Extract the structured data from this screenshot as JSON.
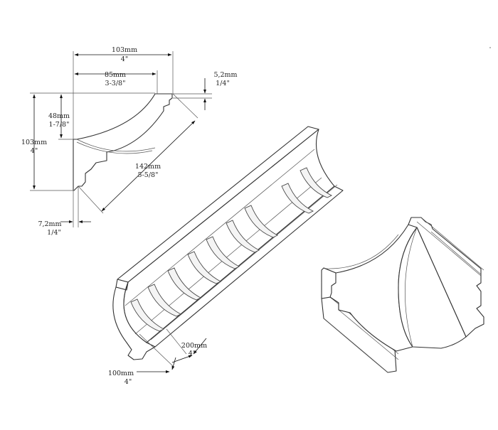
{
  "dimensions": {
    "top_width": {
      "mm": "103mm",
      "in": "4\""
    },
    "inner_width": {
      "mm": "85mm",
      "in": "3-3/8\""
    },
    "top_lip": {
      "mm": "5,2mm",
      "in": "1/4\""
    },
    "inner_height": {
      "mm": "48mm",
      "in": "1-7/8\""
    },
    "total_height": {
      "mm": "103mm",
      "in": "4\""
    },
    "diagonal": {
      "mm": "142mm",
      "in": "5-5/8\""
    },
    "bottom_lip": {
      "mm": "7,2mm",
      "in": "1/4\""
    },
    "rib_spacing": {
      "mm": "200mm",
      "in": "4\""
    },
    "rib_width": {
      "mm": "100mm",
      "in": "4\""
    }
  },
  "colors": {
    "line": "#333333",
    "background": "#ffffff"
  }
}
